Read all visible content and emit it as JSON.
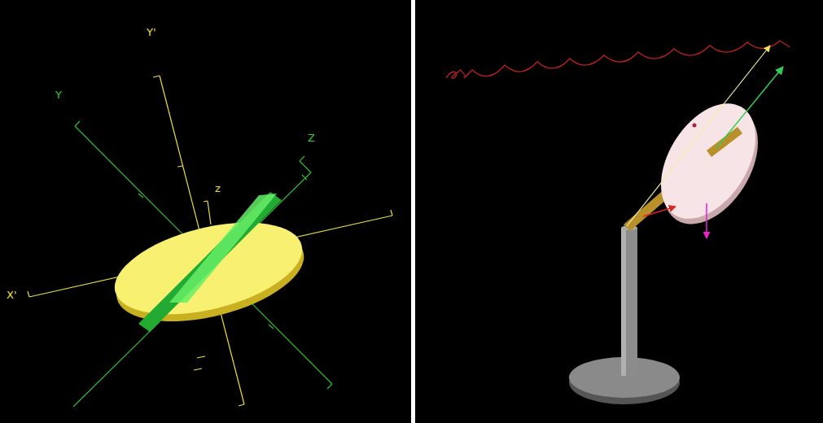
{
  "diagram": {
    "labels": [
      "Y'",
      "Y",
      "Z",
      "z",
      "X'"
    ]
  }
}
